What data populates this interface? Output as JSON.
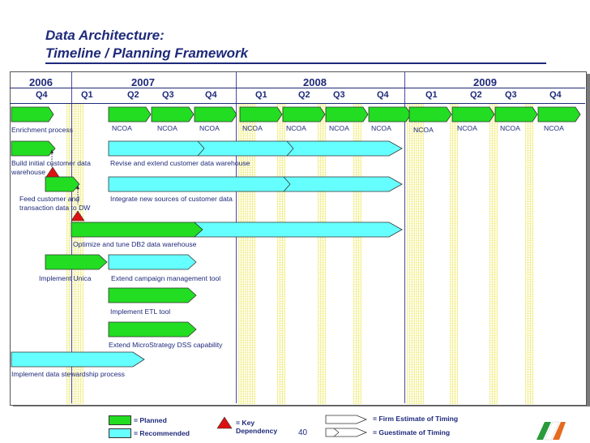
{
  "title": {
    "line1": "Data Architecture:",
    "line2": "Timeline / Planning Framework"
  },
  "years": [
    "2006",
    "2007",
    "2008",
    "2009"
  ],
  "quarters": [
    "Q4",
    "Q1",
    "Q2",
    "Q3",
    "Q4",
    "Q1",
    "Q2",
    "Q3",
    "Q4",
    "Q1",
    "Q2",
    "Q3",
    "Q4"
  ],
  "ncoa_label": "NCOA",
  "tasks": {
    "enrichment": "Enrichment process",
    "build_warehouse_1": "Build initial customer data",
    "build_warehouse_2": "warehouse",
    "revise_extend": "Revise and extend customer data warehouse",
    "feed_1": "Feed customer and",
    "feed_2": "transaction data to DW",
    "integrate": "Integrate new sources of customer data",
    "optimize": "Optimize and tune DB2 data warehouse",
    "unica": "Implement Unica",
    "campaign": "Extend campaign management tool",
    "etl": "Implement ETL tool",
    "microstrategy": "Extend MicroStrategy DSS capability",
    "stewardship": "Implement data stewardship process"
  },
  "legend": {
    "planned": "= Planned",
    "recommended": "= Recommended",
    "key_dependency_1": "= Key",
    "key_dependency_2": "Dependency",
    "firm_estimate": "= Firm Estimate of Timing",
    "guestimate": "= Guestimate of Timing"
  },
  "page_number": "40",
  "colors": {
    "planned": "#22dd22",
    "recommended": "#66ffff",
    "dependency": "#dd1111",
    "title": "#1f2a7a"
  }
}
